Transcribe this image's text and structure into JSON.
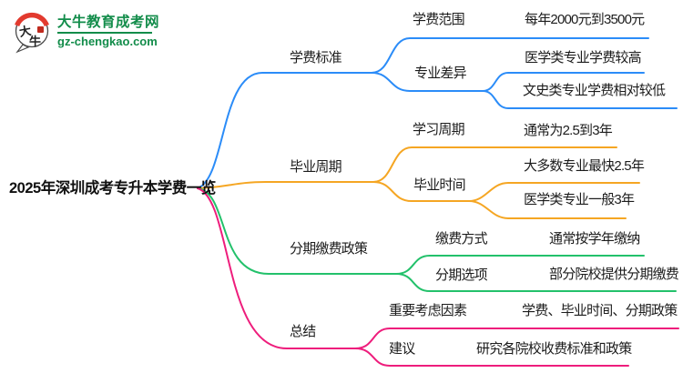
{
  "logo": {
    "title": "大牛教育成考网",
    "domain": "gz-chengkao.com",
    "icon_char_1": "大",
    "icon_char_2": "牛",
    "brand_green": "#128C4A",
    "arc_red": "#E23A2E",
    "seal_red": "#C02A1E"
  },
  "root": {
    "label": "2025年深圳成考专升本学费一览"
  },
  "branches": [
    {
      "label": "学费标准",
      "color": "#2B8CF8",
      "children": [
        {
          "label": "学费范围",
          "children": [
            {
              "label": "每年2000元到3500元"
            }
          ]
        },
        {
          "label": "专业差异",
          "children": [
            {
              "label": "医学类专业学费较高"
            },
            {
              "label": "文史类专业学费相对较低"
            }
          ]
        }
      ]
    },
    {
      "label": "毕业周期",
      "color": "#F5A623",
      "children": [
        {
          "label": "学习周期",
          "children": [
            {
              "label": "通常为2.5到3年"
            }
          ]
        },
        {
          "label": "毕业时间",
          "children": [
            {
              "label": "大多数专业最快2.5年"
            },
            {
              "label": "医学类专业一般3年"
            }
          ]
        }
      ]
    },
    {
      "label": "分期缴费政策",
      "color": "#23C16B",
      "children": [
        {
          "label": "缴费方式",
          "children": [
            {
              "label": "通常按学年缴纳"
            }
          ]
        },
        {
          "label": "分期选项",
          "children": [
            {
              "label": "部分院校提供分期缴费"
            }
          ]
        }
      ]
    },
    {
      "label": "总结",
      "color": "#EE1D7C",
      "children": [
        {
          "label": "重要考虑因素",
          "children": [
            {
              "label": "学费、毕业时间、分期政策"
            }
          ]
        },
        {
          "label": "建议",
          "children": [
            {
              "label": "研究各院校收费标准和政策"
            }
          ]
        }
      ]
    }
  ]
}
